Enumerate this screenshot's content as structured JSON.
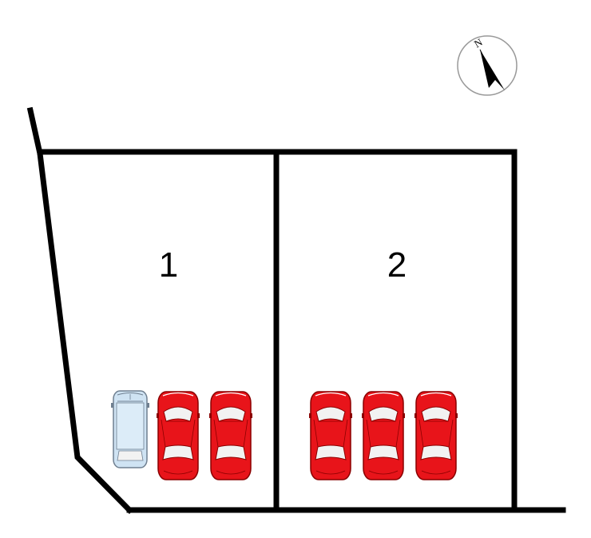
{
  "compass": {
    "label": "N",
    "icon": "north-arrow-icon"
  },
  "lots": [
    {
      "id": "1",
      "label": "1"
    },
    {
      "id": "2",
      "label": "2"
    }
  ],
  "parking": {
    "lot1": [
      {
        "kind": "white-minivan",
        "icon": "minivan-icon"
      },
      {
        "kind": "red-car",
        "icon": "car-icon"
      },
      {
        "kind": "red-car",
        "icon": "car-icon"
      }
    ],
    "lot2": [
      {
        "kind": "red-car",
        "icon": "car-icon"
      },
      {
        "kind": "red-car",
        "icon": "car-icon"
      },
      {
        "kind": "red-car",
        "icon": "car-icon"
      }
    ]
  },
  "colors": {
    "boundary": "#000000",
    "car_body": "#e8141a",
    "car_outline": "#8a0000",
    "van_body": "#cfe3f3",
    "van_outline": "#6f7f90",
    "glass": "#f2f2f2"
  }
}
